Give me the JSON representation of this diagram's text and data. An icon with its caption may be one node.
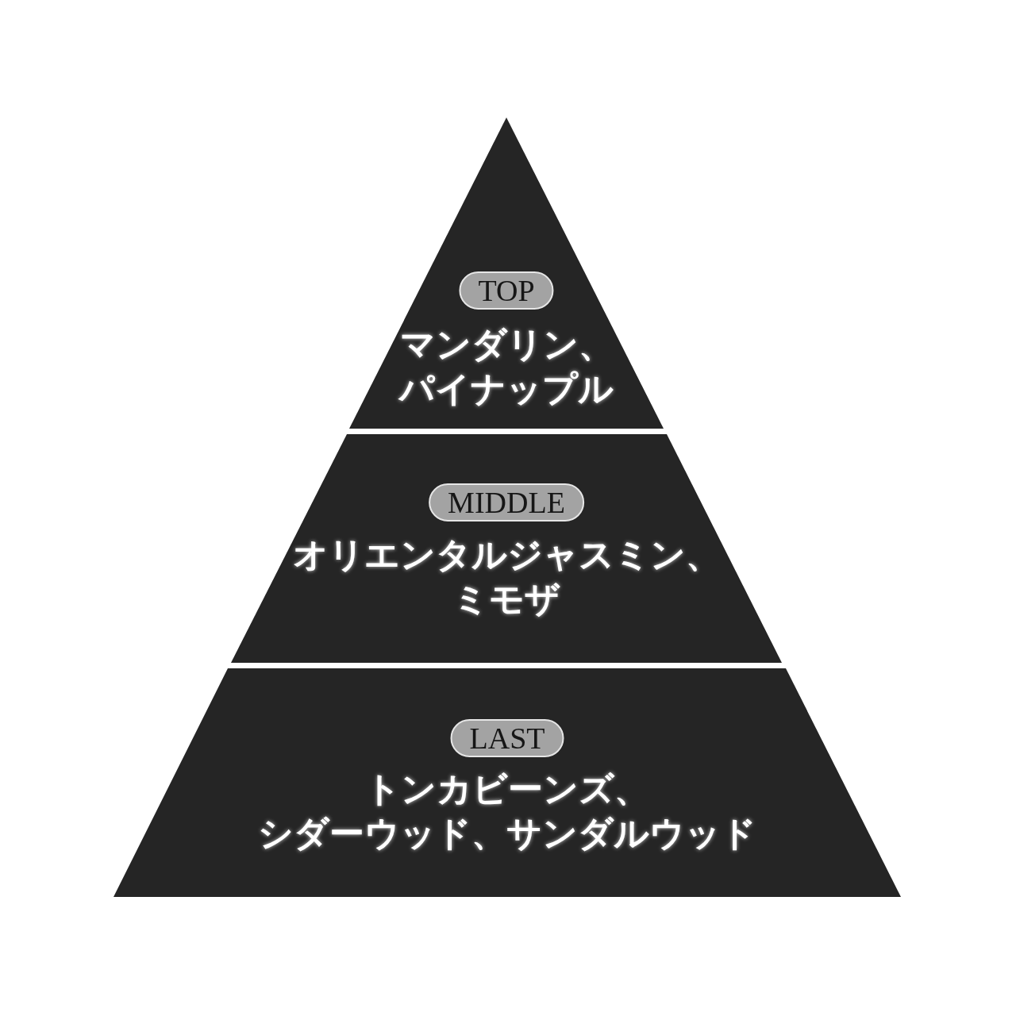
{
  "diagram": {
    "nodes": [
      {
        "text": [
          "マンダリン、パイナップル"
        ]
      },
      {
        "text": [
          "TOP"
        ],
        "in": 0
      },
      {
        "text": [
          "オリエンタルジャスミン、ミモザ"
        ]
      },
      {
        "text": [
          "MIDDLE"
        ],
        "in": 2
      },
      {
        "text": [
          "トンカビーンズ、シダーウッド、サンダルウッド"
        ]
      },
      {
        "text": [
          "LAST"
        ],
        "in": 4
      }
    ]
  }
}
